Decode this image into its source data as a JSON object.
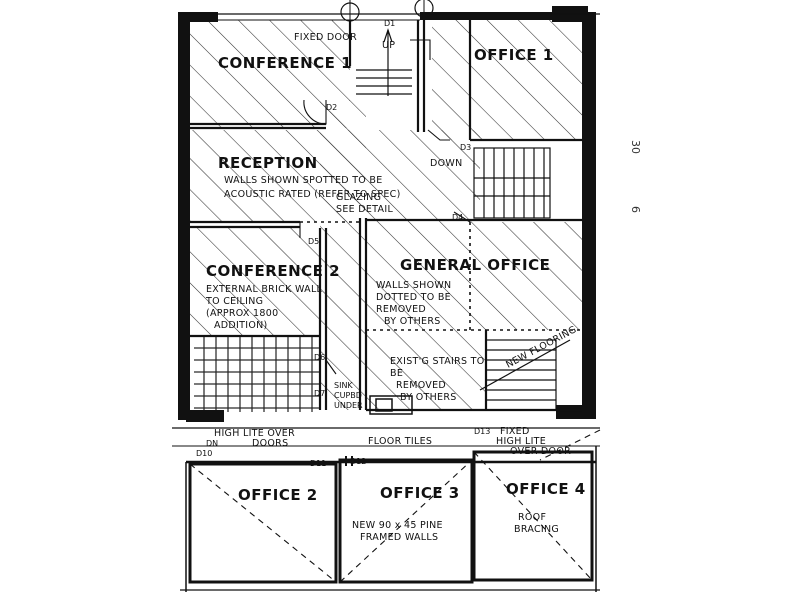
{
  "rooms": {
    "conference1": "CONFERENCE 1",
    "office1": "OFFICE 1",
    "reception": "RECEPTION",
    "conference2": "CONFERENCE 2",
    "general_office": "GENERAL OFFICE",
    "office2": "OFFICE 2",
    "office3": "OFFICE 3",
    "office4": "OFFICE 4"
  },
  "notes": {
    "fixed_door": "FIXED DOOR",
    "up": "UP",
    "down": "DOWN",
    "acoustic_line1": "WALLS SHOWN SPOTTED TO BE",
    "acoustic_line2": "ACOUSTIC RATED (REFER TO SPEC)",
    "glazing_line1": "GLAZING",
    "glazing_line2": "SEE DETAIL",
    "brick_line1": "EXTERNAL BRICK WALL",
    "brick_line2": "TO CEILING",
    "brick_line3": "(APPROX 1800",
    "brick_line4": "ADDITION)",
    "remove_line1": "WALLS SHOWN",
    "remove_line2": "DOTTED TO BE",
    "remove_line3": "REMOVED",
    "remove_line4": "BY OTHERS",
    "stairs_line1": "EXIST'G STAIRS TO",
    "stairs_line2": "BE",
    "stairs_line3": "REMOVED",
    "stairs_line4": "BY OTHERS",
    "new_flooring": "NEW FLOORING",
    "sink_line1": "SINK",
    "sink_line2": "CUPBD",
    "sink_line3": "UNDER",
    "floor_tiles": "FLOOR TILES",
    "high_lite_line1": "HIGH LITE OVER",
    "high_lite_line2": "DOORS",
    "fixed_high_line1": "FIXED",
    "fixed_high_line2": "HIGH LITE",
    "fixed_high_line3": "OVER DOOR",
    "new_walls_line1": "NEW 90 x 45 PINE",
    "new_walls_line2": "FRAMED WALLS",
    "roof_line1": "ROOF",
    "roof_line2": "BRACING",
    "dn": "DN"
  },
  "door_tags": {
    "d1": "D1",
    "d2": "D2",
    "d3": "D3",
    "d4": "D4",
    "d5": "D5",
    "d6": "D6",
    "d7": "D7",
    "d10": "D10",
    "d11": "D11",
    "d12": "D12",
    "d13": "D13"
  },
  "margin": {
    "dim_30": "30",
    "dim_6": "6"
  }
}
